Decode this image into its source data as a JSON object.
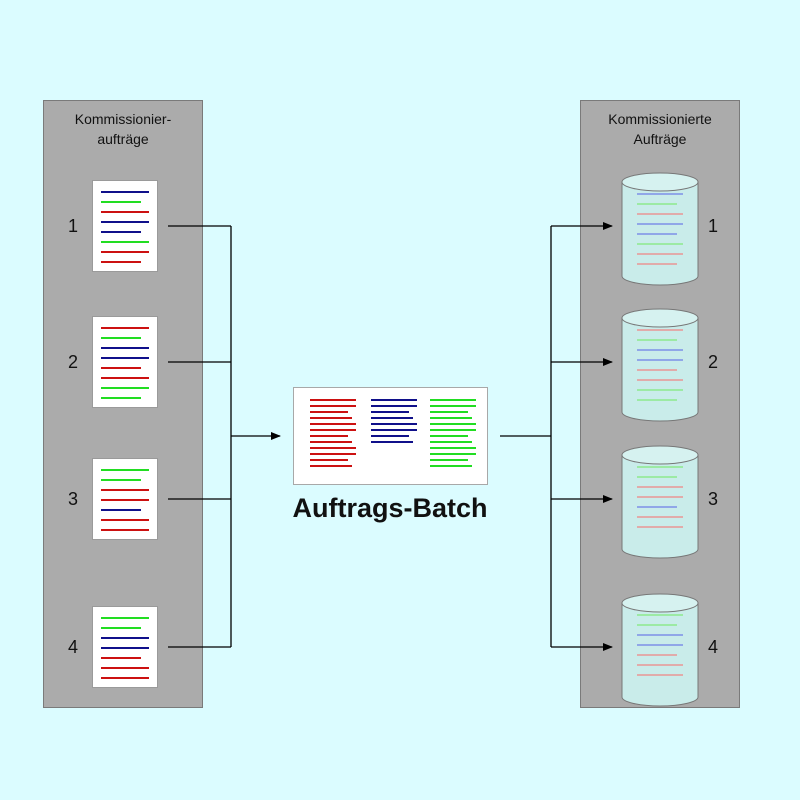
{
  "left_panel": {
    "title": "Kommissionier-\naufträge",
    "orders": [
      {
        "number": "1",
        "lines": [
          "blue",
          "green",
          "red",
          "blue",
          "blue",
          "green",
          "red",
          "red"
        ]
      },
      {
        "number": "2",
        "lines": [
          "red",
          "green",
          "blue",
          "blue",
          "red",
          "red",
          "green",
          "green"
        ]
      },
      {
        "number": "3",
        "lines": [
          "green",
          "green",
          "red",
          "red",
          "blue",
          "red",
          "red"
        ]
      },
      {
        "number": "4",
        "lines": [
          "green",
          "green",
          "blue",
          "blue",
          "red",
          "red",
          "red"
        ]
      }
    ]
  },
  "batch": {
    "label": "Auftrags-Batch",
    "columns": [
      {
        "color": "red",
        "line_count": 12
      },
      {
        "color": "blue",
        "line_count": 8
      },
      {
        "color": "green",
        "line_count": 12
      }
    ]
  },
  "right_panel": {
    "title": "Kommissionierte\nAufträge",
    "orders": [
      {
        "number": "1",
        "lines": [
          "blue",
          "green",
          "red",
          "blue",
          "blue",
          "green",
          "red",
          "red"
        ]
      },
      {
        "number": "2",
        "lines": [
          "red",
          "green",
          "blue",
          "blue",
          "red",
          "red",
          "green",
          "green"
        ]
      },
      {
        "number": "3",
        "lines": [
          "green",
          "green",
          "red",
          "red",
          "blue",
          "red",
          "red"
        ]
      },
      {
        "number": "4",
        "lines": [
          "green",
          "green",
          "blue",
          "blue",
          "red",
          "red",
          "red"
        ]
      }
    ]
  },
  "colors": {
    "background": "#dbfcff",
    "panel": "#ababab",
    "red": "#cc1111",
    "blue": "#10108a",
    "green": "#22dd22",
    "red_faded": "#e99595",
    "blue_faded": "#7e90e8",
    "green_faded": "#8de98d",
    "cylinder": "#c9ecea",
    "arrow": "#000000"
  }
}
